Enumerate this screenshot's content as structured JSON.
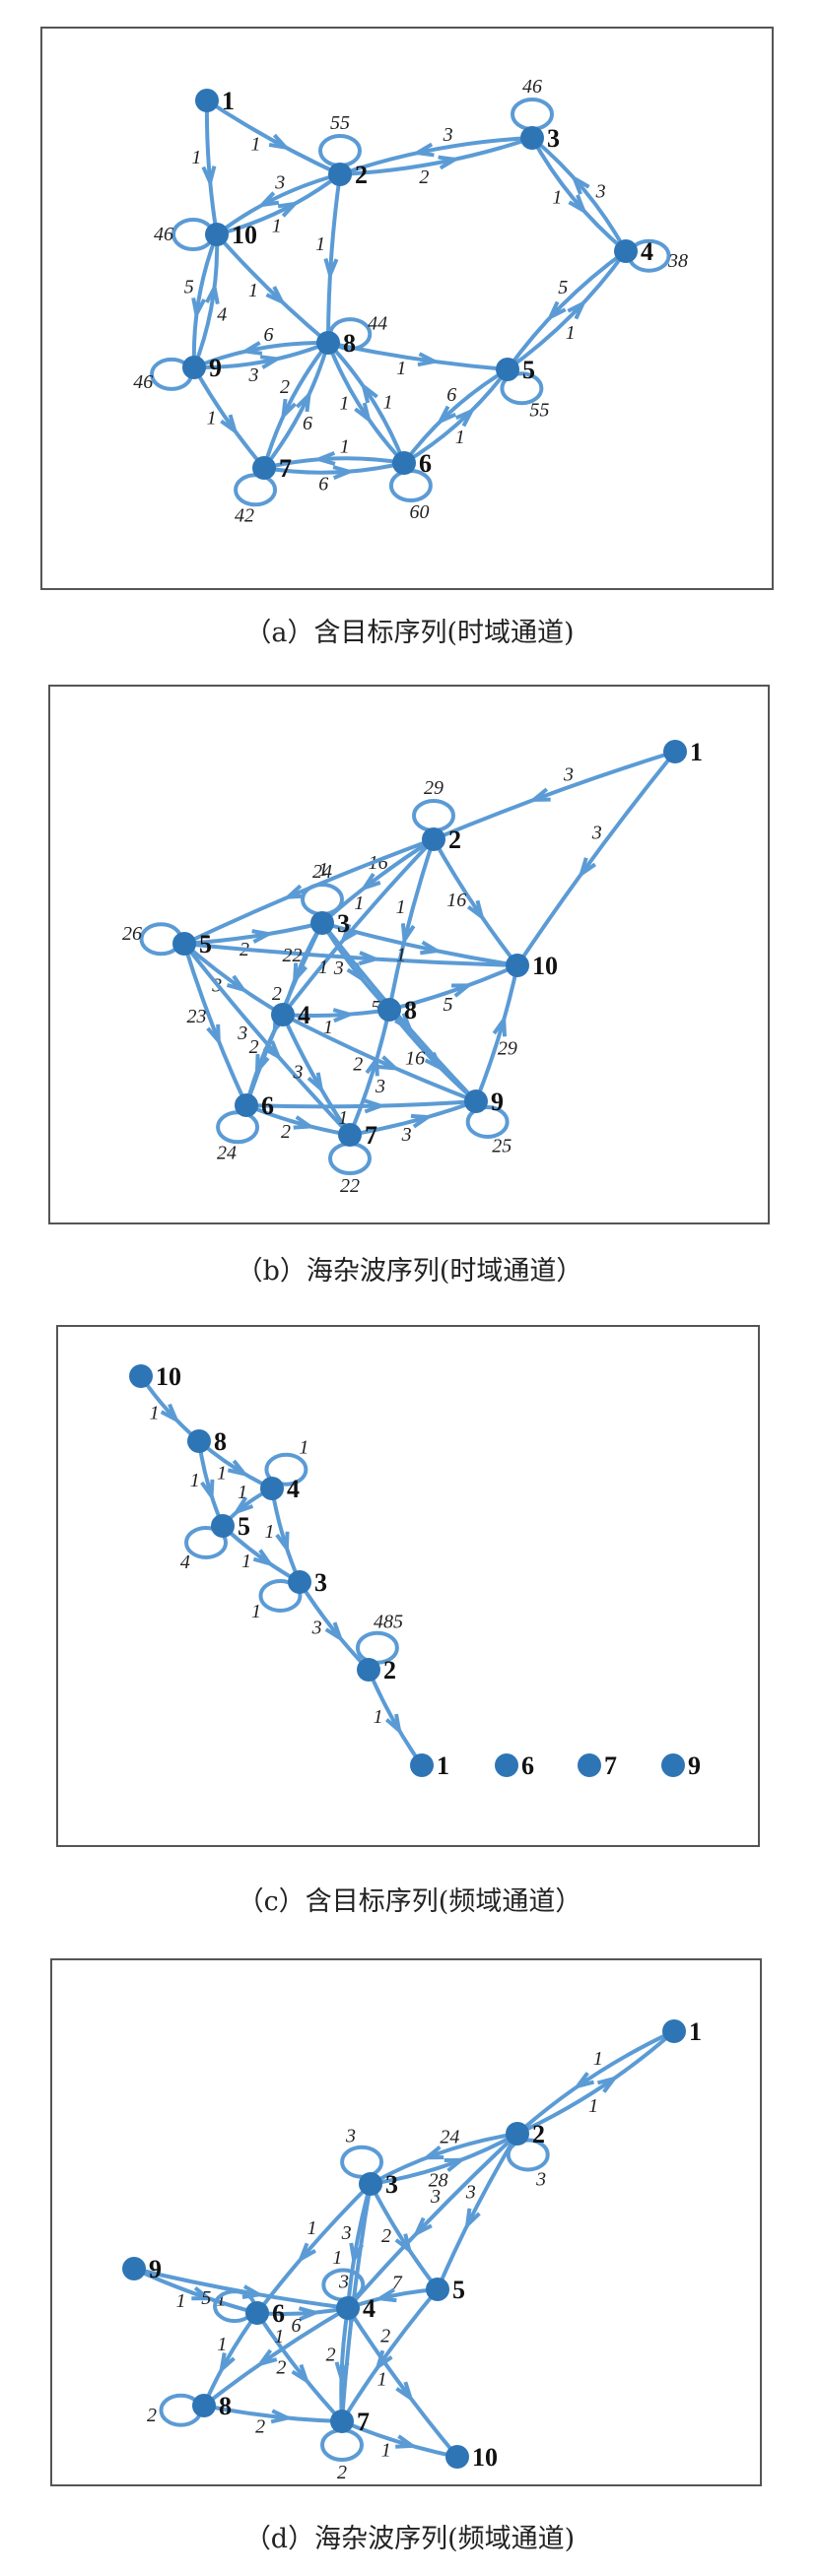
{
  "panels": [
    {
      "caption": "（a）含目标序列(时域通道)",
      "nodes": [
        {
          "id": "1"
        },
        {
          "id": "2"
        },
        {
          "id": "3"
        },
        {
          "id": "4"
        },
        {
          "id": "5"
        },
        {
          "id": "6"
        },
        {
          "id": "7"
        },
        {
          "id": "8"
        },
        {
          "id": "9"
        },
        {
          "id": "10"
        }
      ],
      "edges": [
        {
          "from": "1",
          "to": "2",
          "label": "1"
        },
        {
          "from": "1",
          "to": "10",
          "label": "1"
        },
        {
          "from": "2",
          "to": "10",
          "label": "3"
        },
        {
          "from": "10",
          "to": "2",
          "label": "1"
        },
        {
          "from": "2",
          "to": "3",
          "label": "2"
        },
        {
          "from": "3",
          "to": "2",
          "label": "3"
        },
        {
          "from": "2",
          "to": "8",
          "label": "1"
        },
        {
          "from": "3",
          "to": "4",
          "label": "1"
        },
        {
          "from": "4",
          "to": "3",
          "label": "3"
        },
        {
          "from": "4",
          "to": "5",
          "label": "5"
        },
        {
          "from": "5",
          "to": "4",
          "label": "1"
        },
        {
          "from": "10",
          "to": "9",
          "label": "5"
        },
        {
          "from": "9",
          "to": "10",
          "label": "4"
        },
        {
          "from": "10",
          "to": "8",
          "label": "1"
        },
        {
          "from": "8",
          "to": "9",
          "label": "6"
        },
        {
          "from": "9",
          "to": "8",
          "label": "3"
        },
        {
          "from": "8",
          "to": "5",
          "label": "1"
        },
        {
          "from": "8",
          "to": "7",
          "label": "2"
        },
        {
          "from": "7",
          "to": "8",
          "label": "6"
        },
        {
          "from": "8",
          "to": "6",
          "label": "1"
        },
        {
          "from": "6",
          "to": "8",
          "label": "1"
        },
        {
          "from": "9",
          "to": "7",
          "label": "1"
        },
        {
          "from": "7",
          "to": "6",
          "label": "6"
        },
        {
          "from": "6",
          "to": "7",
          "label": "1"
        },
        {
          "from": "5",
          "to": "6",
          "label": "6"
        },
        {
          "from": "6",
          "to": "5",
          "label": "1"
        }
      ],
      "loops": [
        {
          "node": "2",
          "label": "55"
        },
        {
          "node": "3",
          "label": "46"
        },
        {
          "node": "4",
          "label": "38"
        },
        {
          "node": "10",
          "label": "46"
        },
        {
          "node": "8",
          "label": "44"
        },
        {
          "node": "9",
          "label": "46"
        },
        {
          "node": "7",
          "label": "42"
        },
        {
          "node": "6",
          "label": "60"
        },
        {
          "node": "5",
          "label": "55"
        }
      ]
    },
    {
      "caption": "（b）海杂波序列(时域通道）",
      "nodes": [
        {
          "id": "1"
        },
        {
          "id": "2"
        },
        {
          "id": "3"
        },
        {
          "id": "4"
        },
        {
          "id": "5"
        },
        {
          "id": "6"
        },
        {
          "id": "7"
        },
        {
          "id": "8"
        },
        {
          "id": "9"
        },
        {
          "id": "10"
        }
      ],
      "edges": [
        {
          "from": "1",
          "to": "2",
          "label": "3"
        },
        {
          "from": "1",
          "to": "10",
          "label": "3"
        },
        {
          "from": "2",
          "to": "3",
          "label": "16"
        },
        {
          "from": "2",
          "to": "5",
          "label": "1"
        },
        {
          "from": "2",
          "to": "10",
          "label": "16"
        },
        {
          "from": "2",
          "to": "8",
          "label": "1"
        },
        {
          "from": "2",
          "to": "4",
          "label": "1"
        },
        {
          "from": "5",
          "to": "3",
          "label": "2"
        },
        {
          "from": "5",
          "to": "4",
          "label": "3"
        },
        {
          "from": "5",
          "to": "6",
          "label": "23"
        },
        {
          "from": "5",
          "to": "7",
          "label": "3"
        },
        {
          "from": "5",
          "to": "10",
          "label": "1"
        },
        {
          "from": "3",
          "to": "4",
          "label": "22"
        },
        {
          "from": "3",
          "to": "8",
          "label": "3"
        },
        {
          "from": "3",
          "to": "9",
          "label": "5"
        },
        {
          "from": "3",
          "to": "10",
          "label": "1"
        },
        {
          "from": "3",
          "to": "6",
          "label": "2"
        },
        {
          "from": "4",
          "to": "6",
          "label": "2"
        },
        {
          "from": "4",
          "to": "7",
          "label": "3"
        },
        {
          "from": "4",
          "to": "8",
          "label": "1"
        },
        {
          "from": "4",
          "to": "9",
          "label": "2"
        },
        {
          "from": "6",
          "to": "7",
          "label": "2"
        },
        {
          "from": "6",
          "to": "9",
          "label": "1"
        },
        {
          "from": "7",
          "to": "9",
          "label": "3"
        },
        {
          "from": "8",
          "to": "9",
          "label": "16"
        },
        {
          "from": "8",
          "to": "10",
          "label": "5"
        },
        {
          "from": "9",
          "to": "10",
          "label": "29"
        },
        {
          "from": "7",
          "to": "8",
          "label": "3"
        }
      ],
      "loops": [
        {
          "node": "2",
          "label": "29"
        },
        {
          "node": "5",
          "label": "26"
        },
        {
          "node": "6",
          "label": "24"
        },
        {
          "node": "7",
          "label": "22"
        },
        {
          "node": "3",
          "label": "24"
        },
        {
          "node": "9",
          "label": "25"
        }
      ]
    },
    {
      "caption": "（c）含目标序列(频域通道）",
      "nodes": [
        {
          "id": "1"
        },
        {
          "id": "2"
        },
        {
          "id": "3"
        },
        {
          "id": "4"
        },
        {
          "id": "5"
        },
        {
          "id": "6"
        },
        {
          "id": "7"
        },
        {
          "id": "8"
        },
        {
          "id": "9"
        },
        {
          "id": "10"
        }
      ],
      "edges": [
        {
          "from": "10",
          "to": "8",
          "label": "1"
        },
        {
          "from": "8",
          "to": "4",
          "label": "1"
        },
        {
          "from": "8",
          "to": "5",
          "label": "1"
        },
        {
          "from": "4",
          "to": "5",
          "label": "1"
        },
        {
          "from": "4",
          "to": "3",
          "label": "1"
        },
        {
          "from": "5",
          "to": "3",
          "label": "1"
        },
        {
          "from": "3",
          "to": "2",
          "label": "3"
        },
        {
          "from": "2",
          "to": "1",
          "label": "1"
        }
      ],
      "loops": [
        {
          "node": "2",
          "label": "485"
        },
        {
          "node": "4",
          "label": "1"
        },
        {
          "node": "5",
          "label": "4"
        },
        {
          "node": "3",
          "label": "1"
        }
      ]
    },
    {
      "caption": "（d）海杂波序列(频域通道)",
      "nodes": [
        {
          "id": "1"
        },
        {
          "id": "2"
        },
        {
          "id": "3"
        },
        {
          "id": "4"
        },
        {
          "id": "5"
        },
        {
          "id": "6"
        },
        {
          "id": "7"
        },
        {
          "id": "8"
        },
        {
          "id": "9"
        },
        {
          "id": "10"
        }
      ],
      "edges": [
        {
          "from": "1",
          "to": "2",
          "label": "1"
        },
        {
          "from": "2",
          "to": "1",
          "label": "1"
        },
        {
          "from": "3",
          "to": "2",
          "label": "28"
        },
        {
          "from": "2",
          "to": "3",
          "label": "24"
        },
        {
          "from": "3",
          "to": "5",
          "label": "2"
        },
        {
          "from": "3",
          "to": "4",
          "label": "3"
        },
        {
          "from": "3",
          "to": "6",
          "label": "1"
        },
        {
          "from": "2",
          "to": "5",
          "label": "3"
        },
        {
          "from": "2",
          "to": "4",
          "label": "3"
        },
        {
          "from": "5",
          "to": "4",
          "label": "7"
        },
        {
          "from": "9",
          "to": "6",
          "label": "1"
        },
        {
          "from": "9",
          "to": "4",
          "label": "1"
        },
        {
          "from": "6",
          "to": "4",
          "label": "6"
        },
        {
          "from": "6",
          "to": "8",
          "label": "1"
        },
        {
          "from": "6",
          "to": "7",
          "label": "2"
        },
        {
          "from": "4",
          "to": "7",
          "label": "2"
        },
        {
          "from": "4",
          "to": "8",
          "label": "1"
        },
        {
          "from": "4",
          "to": "10",
          "label": "1"
        },
        {
          "from": "8",
          "to": "7",
          "label": "2"
        },
        {
          "from": "7",
          "to": "10",
          "label": "1"
        },
        {
          "from": "5",
          "to": "7",
          "label": "2"
        },
        {
          "from": "3",
          "to": "7",
          "label": "3"
        }
      ],
      "loops": [
        {
          "node": "3",
          "label": "3"
        },
        {
          "node": "2",
          "label": "3"
        },
        {
          "node": "6",
          "label": "5"
        },
        {
          "node": "8",
          "label": "2"
        },
        {
          "node": "7",
          "label": "2"
        },
        {
          "node": "4",
          "label": "1"
        }
      ]
    }
  ]
}
